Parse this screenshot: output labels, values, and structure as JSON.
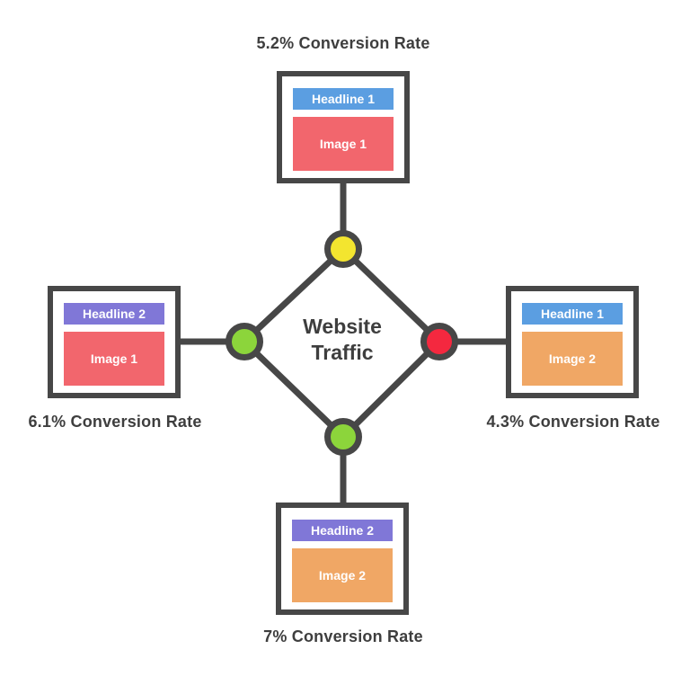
{
  "diagram": {
    "center": {
      "line1": "Website",
      "line2": "Traffic"
    },
    "colors": {
      "wire": "#474747",
      "text": "#3E3E3E",
      "background": "#FFFFFF"
    },
    "variants": [
      {
        "position": "top",
        "conversion_label": "5.2% Conversion Rate",
        "headline": {
          "label": "Headline 1",
          "color": "#5B9EE1"
        },
        "image": {
          "label": "Image 1",
          "color": "#F2666D"
        },
        "node_color": "#F3E52F"
      },
      {
        "position": "left",
        "conversion_label": "6.1% Conversion Rate",
        "headline": {
          "label": "Headline 2",
          "color": "#8077D7"
        },
        "image": {
          "label": "Image 1",
          "color": "#F2666D"
        },
        "node_color": "#8CD53B"
      },
      {
        "position": "right",
        "conversion_label": "4.3% Conversion Rate",
        "headline": {
          "label": "Headline 1",
          "color": "#5B9EE1"
        },
        "image": {
          "label": "Image 2",
          "color": "#F0A765"
        },
        "node_color": "#F4283F"
      },
      {
        "position": "bottom",
        "conversion_label": "7% Conversion Rate",
        "headline": {
          "label": "Headline 2",
          "color": "#8077D7"
        },
        "image": {
          "label": "Image 2",
          "color": "#F0A765"
        },
        "node_color": "#8CD53B"
      }
    ]
  }
}
